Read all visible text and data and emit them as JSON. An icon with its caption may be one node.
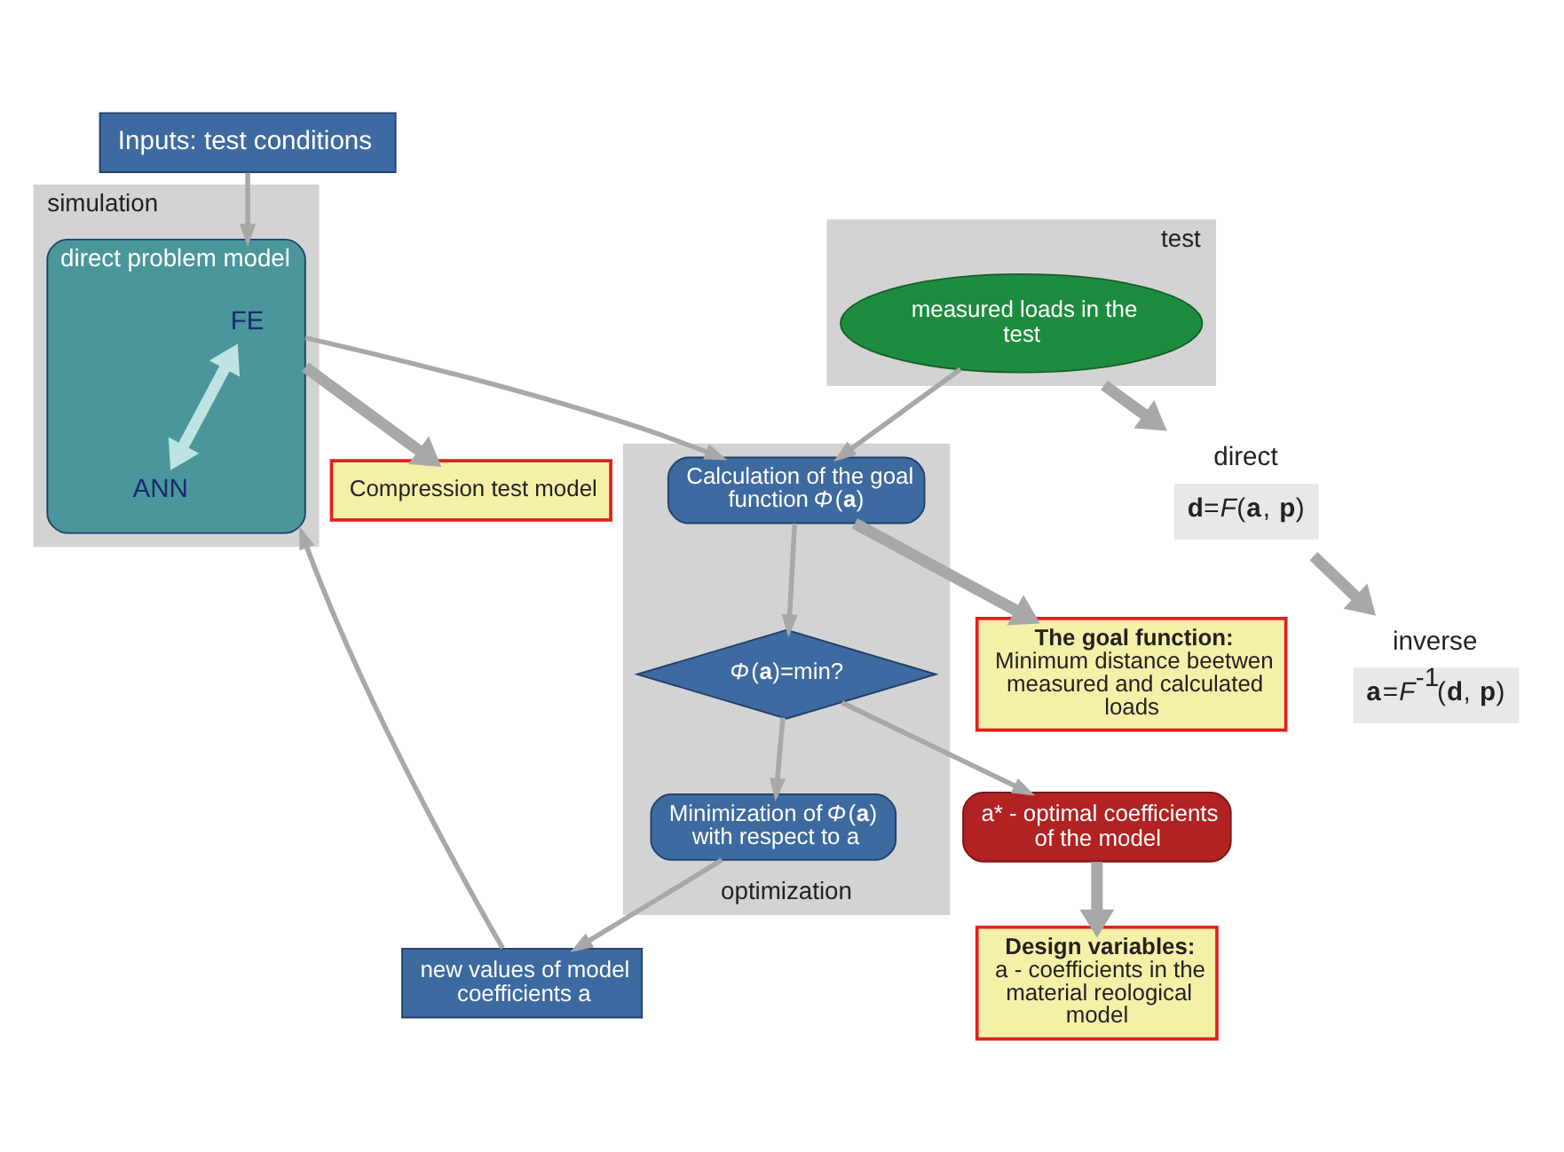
{
  "diagram": {
    "nodes": [
      {
        "text": [
          "Inputs: test conditions"
        ]
      },
      {
        "text": [
          "Compression test model"
        ]
      },
      {
        "text": [
          "simulation"
        ]
      },
      {
        "text": [
          "direct problem model"
        ],
        "in": 2
      },
      {
        "text": [
          "FE"
        ],
        "in": 3
      },
      {
        "text": [
          "ANN"
        ],
        "in": 3
      },
      {
        "text": [
          "test"
        ]
      },
      {
        "text": [
          "measured loads in the test"
        ],
        "in": 6
      },
      {
        "text": [
          "optimization"
        ]
      },
      {
        "text": [
          "Calculation of the goal function *Φ*(**a**)"
        ],
        "in": 8
      },
      {
        "text": [
          "The goal function:",
          "Minimum distance beetwen measured and calculated loads"
        ]
      },
      {
        "text": [
          "*Φ*(**a**)=min?"
        ],
        "in": 8
      },
      {
        "text": [
          "Minimization of *Φ*(**a**) with respect to a"
        ],
        "in": 8
      },
      {
        "text": [
          "new values of model coefficients a"
        ]
      },
      {
        "text": [
          "a* - optimal coefficients of the model"
        ]
      },
      {
        "text": [
          "Design variables:",
          "a - coefficients in the material reological model"
        ]
      },
      {
        "text": [
          "direct",
          "**d**=*F*(**a**, **p**)"
        ]
      },
      {
        "text": [
          "inverse",
          "**a**=*F*$^{-1}$(**d**, **p**)"
        ]
      }
    ],
    "edges": [
      {
        "from": 0,
        "to": 3,
        "arrow": "to"
      },
      {
        "from": 3,
        "to": 1,
        "arrow": "to",
        "style": "thick"
      },
      {
        "from": 4,
        "to": 5,
        "arrow": "both",
        "style": "thick",
        "color": "#bfe3e3"
      },
      {
        "from": 13,
        "to": 3,
        "arrow": "to"
      },
      {
        "from": 3,
        "to": 9,
        "arrow": "to"
      },
      {
        "from": 7,
        "to": 9,
        "arrow": "to"
      },
      {
        "from": 6,
        "to": 16,
        "arrow": "to",
        "style": "thick"
      },
      {
        "from": 9,
        "to": 10,
        "arrow": "to",
        "style": "thick"
      },
      {
        "from": 9,
        "to": 11,
        "arrow": "to"
      },
      {
        "from": 11,
        "to": 12,
        "arrow": "to"
      },
      {
        "from": 12,
        "to": 13,
        "arrow": "to"
      },
      {
        "from": 11,
        "to": 14,
        "arrow": "to"
      },
      {
        "from": 14,
        "to": 15,
        "arrow": "to",
        "style": "thick"
      },
      {
        "from": 16,
        "to": 17,
        "arrow": "to",
        "style": "thick"
      }
    ]
  }
}
